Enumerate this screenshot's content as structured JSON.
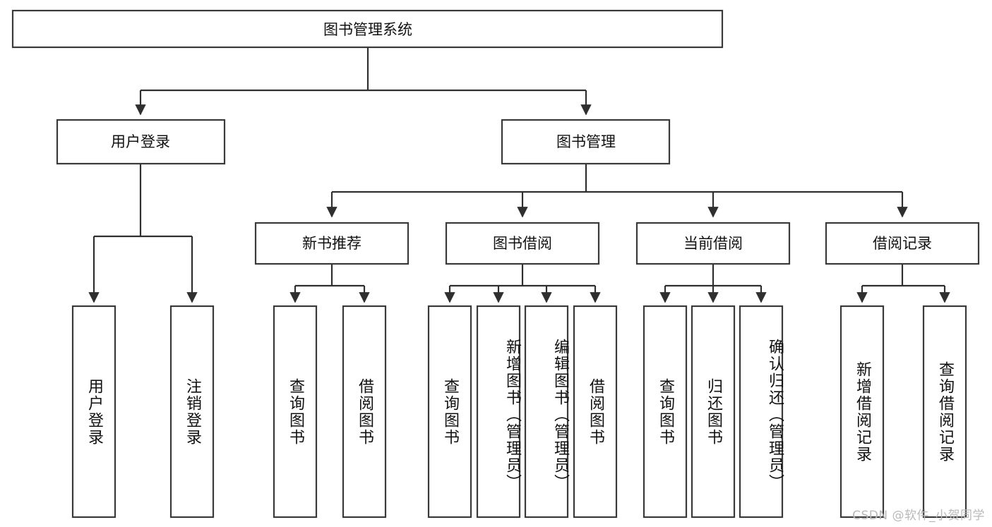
{
  "diagram": {
    "title": "图书管理系统",
    "type": "hierarchy-tree",
    "root": {
      "label": "图书管理系统",
      "children": [
        {
          "label": "用户登录",
          "children": [
            {
              "label": "用户登录"
            },
            {
              "label": "注销登录"
            }
          ]
        },
        {
          "label": "图书管理",
          "children": [
            {
              "label": "新书推荐",
              "children": [
                {
                  "label": "查询图书"
                },
                {
                  "label": "借阅图书"
                }
              ]
            },
            {
              "label": "图书借阅",
              "children": [
                {
                  "label": "查询图书"
                },
                {
                  "label": "新增图书（管理员）"
                },
                {
                  "label": "编辑图书（管理员）"
                },
                {
                  "label": "借阅图书"
                }
              ]
            },
            {
              "label": "当前借阅",
              "children": [
                {
                  "label": "查询图书"
                },
                {
                  "label": "归还图书"
                },
                {
                  "label": "确认归还（管理员）"
                }
              ]
            },
            {
              "label": "借阅记录",
              "children": [
                {
                  "label": "新增借阅记录"
                },
                {
                  "label": "查询借阅记录"
                }
              ]
            }
          ]
        }
      ]
    },
    "nodes": {
      "root": "图书管理系统",
      "user_login": "用户登录",
      "book_manage": "图书管理",
      "new_book_rec": "新书推荐",
      "book_borrow": "图书借阅",
      "current_borrow": "当前借阅",
      "borrow_record": "借阅记录",
      "leaf_user_login": "用户登录",
      "leaf_logout": "注销登录",
      "leaf_rec_query": "查询图书",
      "leaf_rec_borrow": "借阅图书",
      "leaf_borrow_query": "查询图书",
      "leaf_borrow_add": "新增图书（管理员）",
      "leaf_borrow_edit": "编辑图书（管理员）",
      "leaf_borrow_borrow": "借阅图书",
      "leaf_cur_query": "查询图书",
      "leaf_cur_return": "归还图书",
      "leaf_cur_confirm": "确认归还（管理员）",
      "leaf_rec_add": "新增借阅记录",
      "leaf_rec_query2": "查询借阅记录"
    },
    "colors": {
      "box_stroke": "#3a3a3a",
      "connector": "#2f2f2f",
      "box_fill": "#ffffff",
      "text": "#111111",
      "watermark": "#b9b9b9"
    }
  },
  "watermark": {
    "text": "CSDN @软件_小贺同学"
  }
}
